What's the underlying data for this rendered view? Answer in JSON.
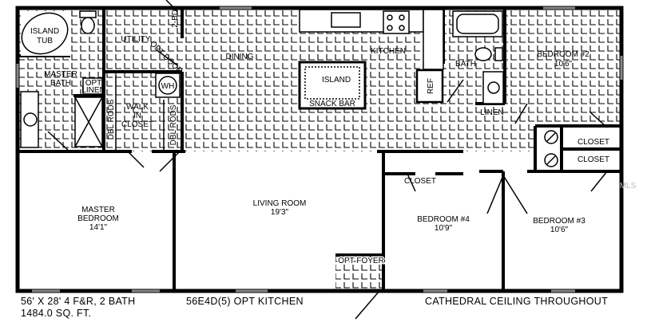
{
  "rooms": {
    "island_tub": [
      "ISLAND",
      "TUB"
    ],
    "master_bath": [
      "MASTER",
      "BATH"
    ],
    "opt_linen": [
      "OPT",
      "LINEN"
    ],
    "utility": "UTILITY",
    "opt_door": "OPT DOOR",
    "two_bdi": "2-BDI",
    "wh": "WH",
    "dbl_rods": "DBL RODS",
    "walk_in_closet": [
      "WALK",
      "IN",
      "CLOSET"
    ],
    "dining": "DINING",
    "kitchen": "KITCHEN",
    "island": "ISLAND",
    "snack_bar": "SNACK BAR",
    "ref": "REF",
    "bath": "BATH",
    "linen": "LINEN",
    "bedroom2": {
      "name": "BEDROOM #2",
      "size": "10'6\""
    },
    "closet": "CLOSET",
    "master_bedroom": {
      "name": [
        "MASTER",
        "BEDROOM"
      ],
      "size": "14'1\""
    },
    "living_room": {
      "name": "LIVING ROOM",
      "size": "19'3\""
    },
    "bedroom4": {
      "name": "BEDROOM #4",
      "size": "10'9\""
    },
    "bedroom3": {
      "name": "BEDROOM #3",
      "size": "10'6\""
    },
    "opt_foyer": "OPT FOYER"
  },
  "captions": {
    "dimensions": "56' X 28' 4 F&R, 2 BATH",
    "sqft": "1484.0 SQ. FT.",
    "model": "56E4D(5) OPT KITCHEN",
    "ceiling": "CATHEDRAL CEILING THROUGHOUT"
  },
  "watermark": "MLS"
}
